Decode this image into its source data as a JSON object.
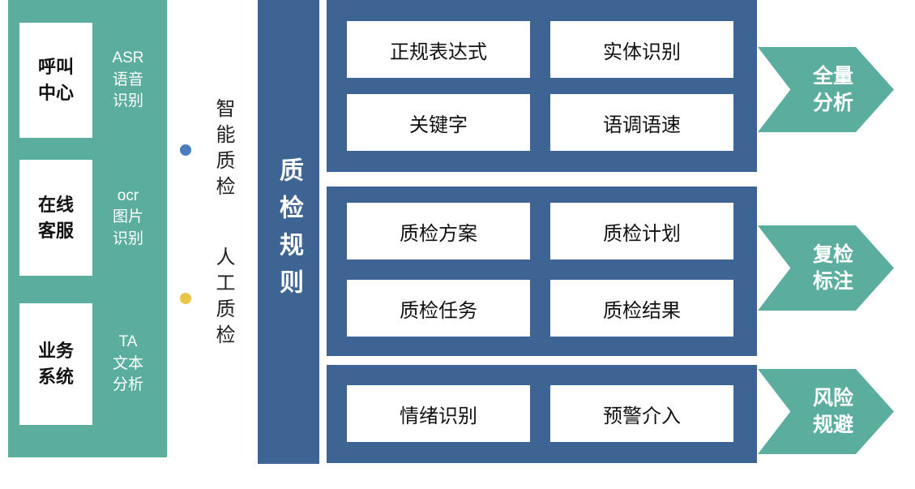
{
  "sources": [
    {
      "box": "呼叫\n中心",
      "label": "ASR\n语音\n识别"
    },
    {
      "box": "在线\n客服",
      "label": "ocr\n图片\n识别"
    },
    {
      "box": "业务\n系统",
      "label": "TA\n文本\n分析"
    }
  ],
  "middle": {
    "items": [
      {
        "label": "智能质检"
      },
      {
        "label": "人工质检"
      }
    ]
  },
  "rules_bar": {
    "label": "质检规则"
  },
  "panels": [
    {
      "boxes": [
        "正规表达式",
        "实体识别",
        "关键字",
        "语调语速"
      ]
    },
    {
      "boxes": [
        "质检方案",
        "质检计划",
        "质检任务",
        "质检结果"
      ]
    },
    {
      "boxes": [
        "情绪识别",
        "预警介入"
      ]
    }
  ],
  "arrows": [
    {
      "label": "全量\n分析"
    },
    {
      "label": "复检\n标注"
    },
    {
      "label": "风险\n规避"
    }
  ],
  "colors": {
    "teal": "#5BAE9D",
    "dark_blue": "#3D6493",
    "blue_dot": "#4A7CC0",
    "yellow_dot": "#E9C648"
  }
}
